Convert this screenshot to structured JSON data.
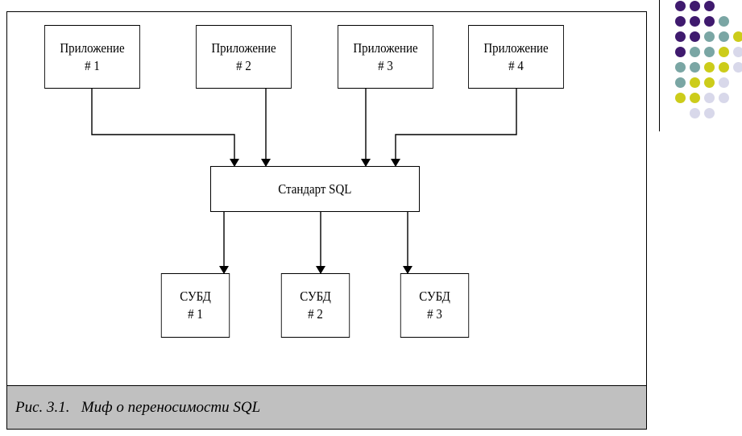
{
  "diagram": {
    "apps": [
      {
        "line1": "Приложение",
        "line2": "# 1"
      },
      {
        "line1": "Приложение",
        "line2": "# 2"
      },
      {
        "line1": "Приложение",
        "line2": "# 3"
      },
      {
        "line1": "Приложение",
        "line2": "# 4"
      }
    ],
    "standard": {
      "label": "Стандарт SQL"
    },
    "dbms": [
      {
        "line1": "СУБД",
        "line2": "# 1"
      },
      {
        "line1": "СУБД",
        "line2": "# 2"
      },
      {
        "line1": "СУБД",
        "line2": "# 3"
      }
    ],
    "caption": "Рис. 3.1.   Миф о переносимости SQL"
  },
  "decoration": {
    "colors": {
      "purple": "#3f1a6e",
      "teal": "#7aa6a4",
      "olive": "#cccc1a",
      "lilac": "#d8d8ea"
    }
  }
}
